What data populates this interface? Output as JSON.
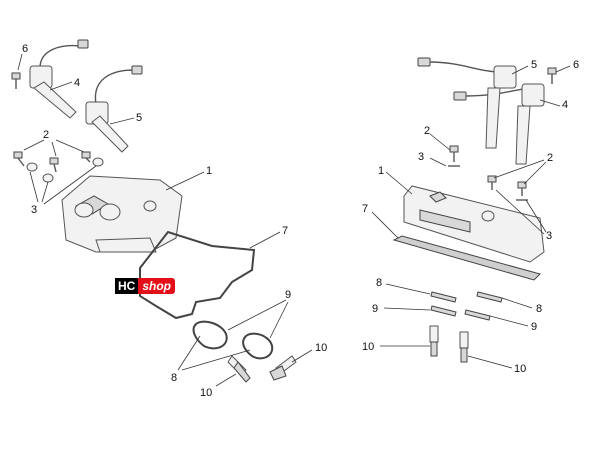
{
  "logo": {
    "hc": "HC",
    "shop": "shop",
    "bg_dark": "#000000",
    "bg_red": "#e3101a"
  },
  "callouts": {
    "left": {
      "l1": "1",
      "l2": "2",
      "l3": "3",
      "l4": "4",
      "l5": "5",
      "l6": "6",
      "l7": "7",
      "l8": "8",
      "l9": "9",
      "l10a": "10",
      "l10b": "10"
    },
    "right": {
      "r1": "1",
      "r2a": "2",
      "r2b": "2",
      "r3a": "3",
      "r3b": "3",
      "r4": "4",
      "r5": "5",
      "r6": "6",
      "r7": "7",
      "r8a": "8",
      "r8b": "8",
      "r9a": "9",
      "r9b": "9",
      "r10a": "10",
      "r10b": "10"
    }
  }
}
